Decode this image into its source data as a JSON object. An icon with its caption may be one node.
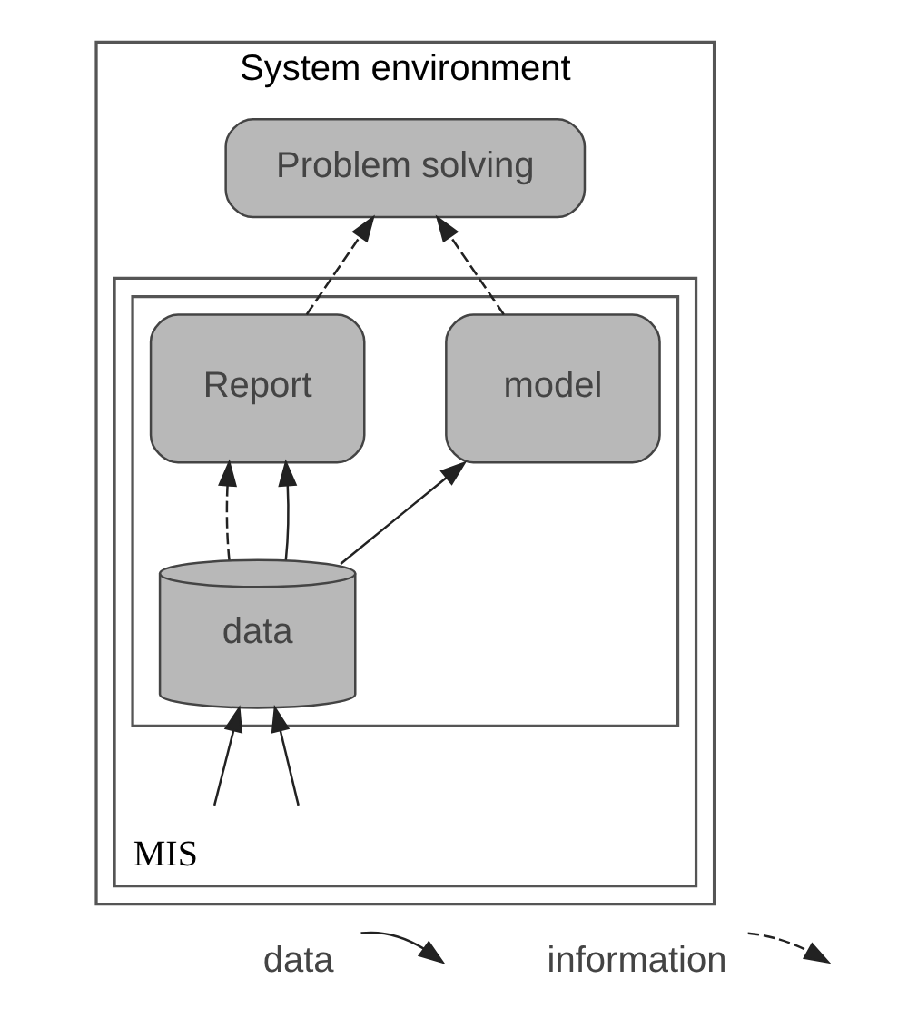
{
  "diagram": {
    "nodes": [
      {
        "text": [
          "System environment"
        ]
      },
      {
        "text": [
          "MIS"
        ],
        "in": 0
      },
      {
        "text": [
          "Problem solving"
        ],
        "in": 0
      },
      {
        "text": [],
        "shape": "box",
        "in": 1
      },
      {
        "text": [
          "Report"
        ],
        "in": 3
      },
      {
        "text": [
          "model"
        ],
        "in": 3
      },
      {
        "text": [
          "data"
        ],
        "in": 3
      }
    ],
    "edges": [
      {
        "from": 4,
        "to": 2,
        "arrow": "to",
        "style": "dashed"
      },
      {
        "from": 5,
        "to": 2,
        "arrow": "to",
        "style": "dashed"
      },
      {
        "from": 6,
        "to": 4,
        "arrow": "to",
        "style": "dashed"
      },
      {
        "from": 6,
        "to": 4,
        "arrow": "to"
      },
      {
        "from": 6,
        "to": 5,
        "arrow": "to"
      },
      {
        "from": null,
        "to": 6,
        "arrow": "to"
      },
      {
        "from": null,
        "to": 6,
        "arrow": "to"
      }
    ],
    "legend": [
      {
        "text": "data"
      },
      {
        "text": "information"
      }
    ]
  }
}
